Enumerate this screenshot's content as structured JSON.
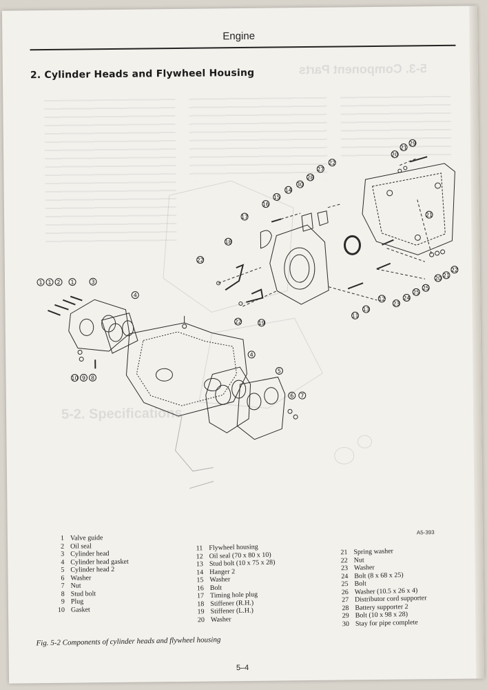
{
  "header": {
    "running_title": "Engine",
    "section_title": "2.  Cylinder Heads and Flywheel Housing"
  },
  "figure": {
    "code": "A5-393",
    "caption": "Fig. 5-2  Components of cylinder heads and flywheel housing",
    "callouts_left": [
      "1",
      "1",
      "2",
      "1"
    ],
    "callouts_bottom": [
      "10",
      "9",
      "8"
    ],
    "legend_col1": [
      {
        "n": "1",
        "label": "Valve guide"
      },
      {
        "n": "2",
        "label": "Oil seal"
      },
      {
        "n": "3",
        "label": "Cylinder head"
      },
      {
        "n": "4",
        "label": "Cylinder head gasket"
      },
      {
        "n": "5",
        "label": "Cylinder head 2"
      },
      {
        "n": "6",
        "label": "Washer"
      },
      {
        "n": "7",
        "label": "Nut"
      },
      {
        "n": "8",
        "label": "Stud bolt"
      },
      {
        "n": "9",
        "label": "Plug"
      },
      {
        "n": "10",
        "label": "Gasket"
      }
    ],
    "legend_col2": [
      {
        "n": "11",
        "label": "Flywheel housing"
      },
      {
        "n": "12",
        "label": "Oil seal (70 x 80 x 10)"
      },
      {
        "n": "13",
        "label": "Stud bolt (10 x 75 x 28)"
      },
      {
        "n": "14",
        "label": "Hanger 2"
      },
      {
        "n": "15",
        "label": "Washer"
      },
      {
        "n": "16",
        "label": "Bolt"
      },
      {
        "n": "17",
        "label": "Timing hole plug"
      },
      {
        "n": "18",
        "label": "Stiffener (R.H.)"
      },
      {
        "n": "19",
        "label": "Stiffener (L.H.)"
      },
      {
        "n": "20",
        "label": "Washer"
      }
    ],
    "legend_col3": [
      {
        "n": "21",
        "label": "Spring washer"
      },
      {
        "n": "22",
        "label": "Nut"
      },
      {
        "n": "23",
        "label": "Washer"
      },
      {
        "n": "24",
        "label": "Bolt (8 x 68 x 25)"
      },
      {
        "n": "25",
        "label": "Bolt"
      },
      {
        "n": "26",
        "label": "Washer (10.5 x 26 x 4)"
      },
      {
        "n": "27",
        "label": "Distributor cord supporter"
      },
      {
        "n": "28",
        "label": "Battery supporter 2"
      },
      {
        "n": "29",
        "label": "Bolt (10 x 98 x 28)"
      },
      {
        "n": "30",
        "label": "Stay for pipe complete"
      }
    ]
  },
  "footer": {
    "page_number": "5–4"
  },
  "colors": {
    "ink": "#1b1b1b",
    "paper": "#f3f1ec",
    "bleed": "#8c8c96"
  }
}
